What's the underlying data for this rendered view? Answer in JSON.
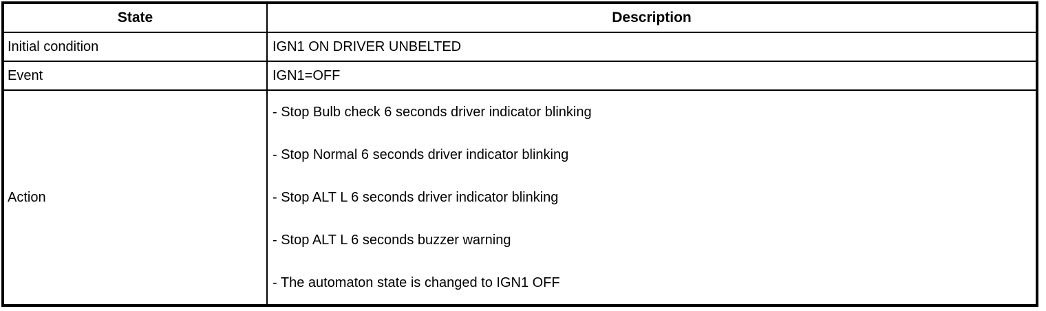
{
  "table": {
    "headers": {
      "state": "State",
      "description": "Description"
    },
    "rows": [
      {
        "state": "Initial condition",
        "description": [
          "IGN1 ON DRIVER UNBELTED"
        ]
      },
      {
        "state": "Event",
        "description": [
          "IGN1=OFF"
        ]
      },
      {
        "state": "Action",
        "description": [
          "- Stop Bulb check 6 seconds driver indicator blinking",
          "- Stop Normal 6 seconds driver indicator blinking",
          "- Stop ALT L 6 seconds driver indicator blinking",
          "- Stop ALT L 6 seconds buzzer warning",
          "- The automaton state is changed to IGN1 OFF"
        ]
      }
    ],
    "colors": {
      "border": "#000000",
      "background": "#ffffff",
      "text": "#000000"
    }
  }
}
